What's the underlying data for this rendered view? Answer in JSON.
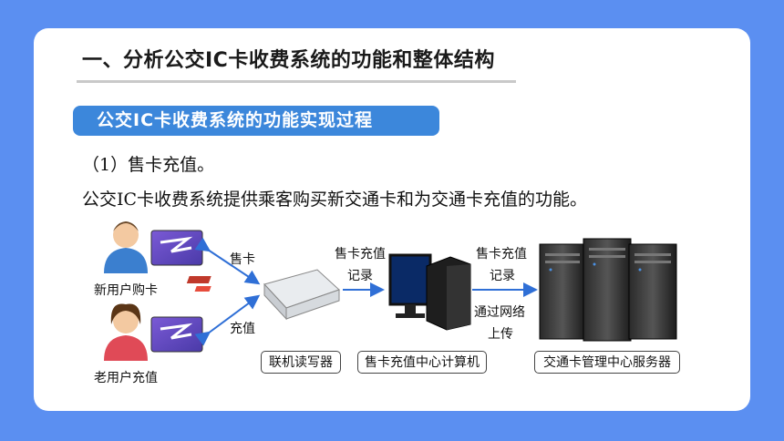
{
  "slide": {
    "heading": "一、分析公交IC卡收费系统的功能和整体结构",
    "subheading": "公交IC卡收费系统的功能实现过程",
    "point": "（1）售卡充值。",
    "description": "公交IC卡收费系统提供乘客购买新交通卡和为交通卡充值的功能。"
  },
  "diagram": {
    "new_user_label": "新用户购卡",
    "old_user_label": "老用户充值",
    "sell_card_label": "售卡",
    "recharge_label": "充值",
    "record_label_1_line1": "售卡充值",
    "record_label_1_line2": "记录",
    "record_label_2_line1": "售卡充值",
    "record_label_2_line2": "记录",
    "upload_label_line1": "通过网络",
    "upload_label_line2": "上传",
    "reader_box": "联机读写器",
    "computer_box": "售卡充值中心计算机",
    "server_box": "交通卡管理中心服务器"
  },
  "colors": {
    "background": "#5b8ff1",
    "accent": "#3c87db",
    "arrow": "#2f6fd6"
  }
}
